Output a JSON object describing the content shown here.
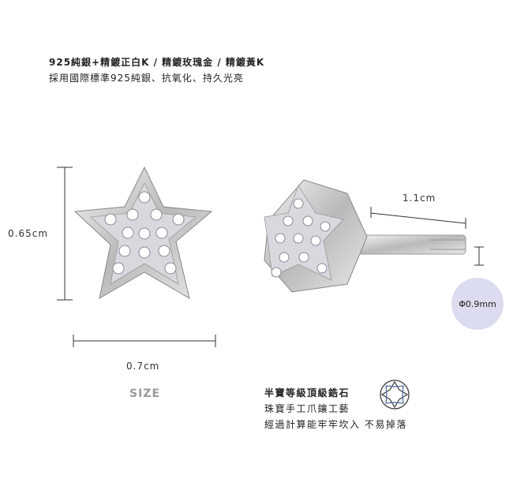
{
  "header": {
    "line1": "925純銀+精鍍正白K / 精鍍玫瑰金 / 精鍍黃K",
    "line2": "採用國際標準925純銀、抗氧化、持久光亮"
  },
  "dimensions": {
    "height": "0.65cm",
    "width": "0.7cm",
    "post_length": "1.1cm",
    "post_diameter": "Φ0.9mm"
  },
  "size_label": "SIZE",
  "features": [
    "半寶等級頂級鋯石",
    "珠寶手工爪鑲工藝",
    "經過計算能牢牢坎入 不易掉落"
  ],
  "icons": [
    "diamond-icon"
  ]
}
